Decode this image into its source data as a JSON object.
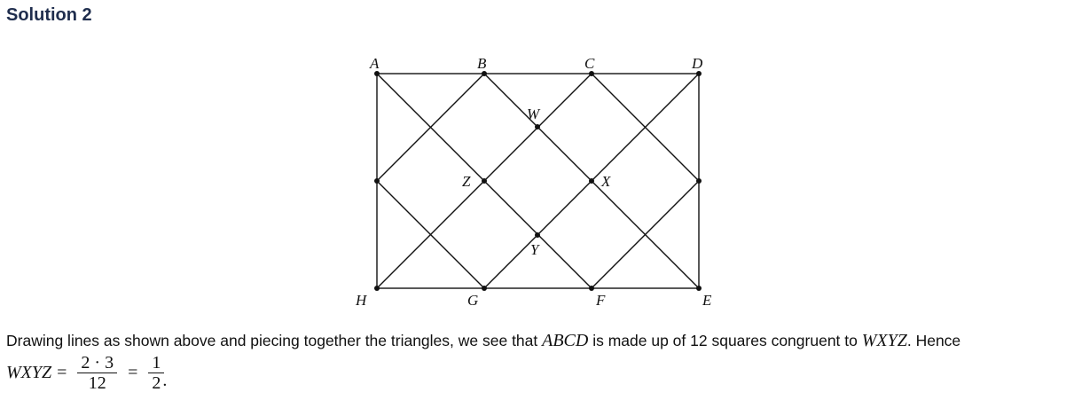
{
  "heading": "Solution 2",
  "figure": {
    "labels": {
      "A": "A",
      "B": "B",
      "C": "C",
      "D": "D",
      "E": "E",
      "F": "F",
      "G": "G",
      "H": "H",
      "W": "W",
      "X": "X",
      "Y": "Y",
      "Z": "Z"
    }
  },
  "text": {
    "p1": "Drawing lines as shown above and piecing together the triangles, we see that ",
    "abcd": "ABCD",
    "p2": " is made up of 12 squares congruent to ",
    "wxyz": "WXYZ",
    "p3": ". Hence"
  },
  "equation": {
    "lhs": "WXYZ",
    "eq": "=",
    "num1": "2 · 3",
    "den1": "12",
    "num2": "1",
    "den2": "2",
    "end": "."
  }
}
